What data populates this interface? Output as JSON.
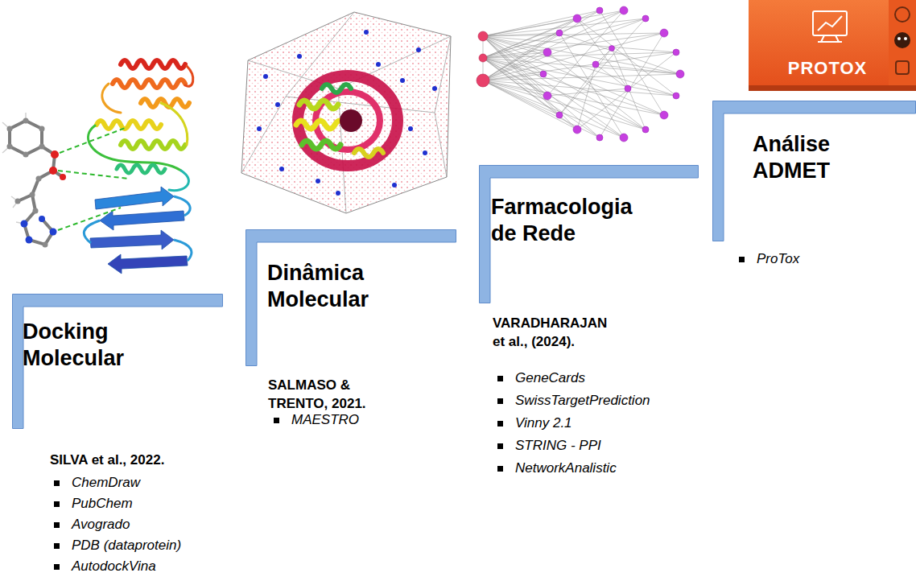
{
  "diagram": {
    "nodes": [
      {
        "text": [
          "Docking Molecular",
          "SILVA et al., 2022.",
          "ChemDraw",
          "PubChem",
          "Avogrado",
          "PDB (dataprotein)",
          "AutodockVina"
        ]
      },
      {
        "text": [
          "Dinâmica Molecular",
          "SALMASO & TRENTO, 2021.",
          "MAESTRO"
        ]
      },
      {
        "text": [
          "Farmacologia de Rede",
          "VARADHARAJAN et al., (2024).",
          "GeneCards",
          "SwissTargetPrediction",
          "Vinny 2.1",
          "STRING - PPI",
          "NetworkAnalistic"
        ]
      },
      {
        "text": [
          "Análise ADMET",
          "ProTox"
        ]
      }
    ],
    "labels": [
      "PROTOX"
    ]
  }
}
